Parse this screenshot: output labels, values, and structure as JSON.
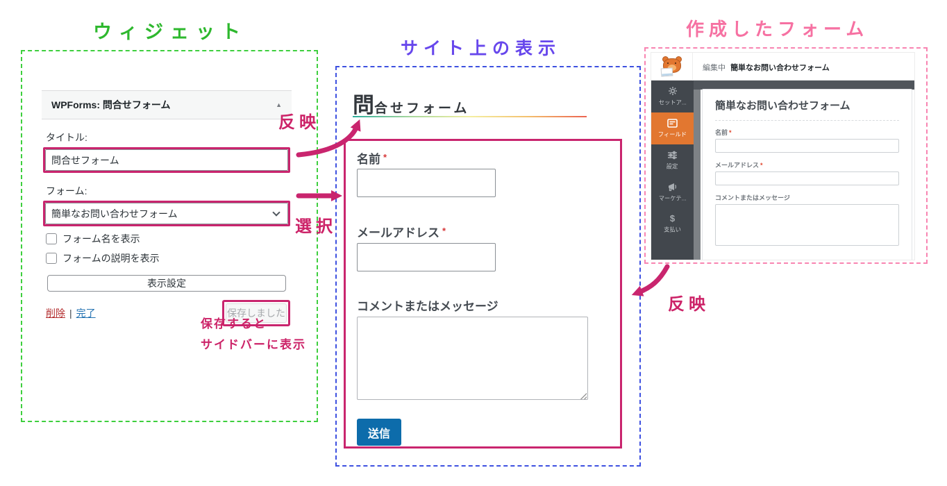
{
  "glyphs": {
    "collapse_arrow": "▲",
    "required_mark": "*",
    "link_separator": "|",
    "sidebar_chevron": "›",
    "dollar": "$"
  },
  "colors": {
    "widget_panel_green": "#2eb82e",
    "site_panel_violet": "#6747ec",
    "builder_panel_pink": "#f671a2",
    "annotation_magenta": "#c9256e",
    "wpforms_orange": "#e27730",
    "submit_blue": "#0d6cab",
    "delete_link_red": "#b32d2e",
    "done_link_blue": "#2271b1"
  },
  "annotations": {
    "reflect_title": "反映",
    "select_form": "選択",
    "reflect_builder": "反映",
    "save_note_line1": "保存すると",
    "save_note_line2": "サイドバーに表示"
  },
  "panels": {
    "widget": {
      "title": "ウィジェット",
      "header": "WPForms: 問合せフォーム",
      "title_field": {
        "label": "タイトル:",
        "value": "問合せフォーム"
      },
      "form_field": {
        "label": "フォーム:",
        "value": "簡単なお問い合わせフォーム"
      },
      "checkboxes": [
        {
          "label": "フォーム名を表示",
          "checked": false
        },
        {
          "label": "フォームの説明を表示",
          "checked": false
        }
      ],
      "display_settings_button": "表示設定",
      "delete_link": "削除",
      "done_link": "完了",
      "saved_button": "保存しました"
    },
    "site": {
      "title": "サイト上の表示",
      "heading_first": "問",
      "heading_rest": "合せフォーム",
      "fields": [
        {
          "label": "名前",
          "required": true
        },
        {
          "label": "メールアドレス",
          "required": true
        },
        {
          "label": "コメントまたはメッセージ",
          "required": false
        }
      ],
      "submit_button": "送信"
    },
    "builder": {
      "title": "作成したフォーム",
      "topbar": {
        "editing_label": "編集中",
        "form_name": "簡単なお問い合わせフォーム"
      },
      "sidebar_items": [
        {
          "label": "セットア...",
          "icon": "gear-icon",
          "active": false
        },
        {
          "label": "フィールド",
          "icon": "fields-icon",
          "active": true
        },
        {
          "label": "設定",
          "icon": "sliders-icon",
          "active": false
        },
        {
          "label": "マーケテ...",
          "icon": "megaphone-icon",
          "active": false
        },
        {
          "label": "支払い",
          "icon": "dollar-icon",
          "active": false
        }
      ],
      "canvas": {
        "heading": "簡単なお問い合わせフォーム",
        "fields": [
          {
            "label": "名前",
            "required": true
          },
          {
            "label": "メールアドレス",
            "required": true
          },
          {
            "label": "コメントまたはメッセージ",
            "required": false
          }
        ]
      }
    }
  }
}
